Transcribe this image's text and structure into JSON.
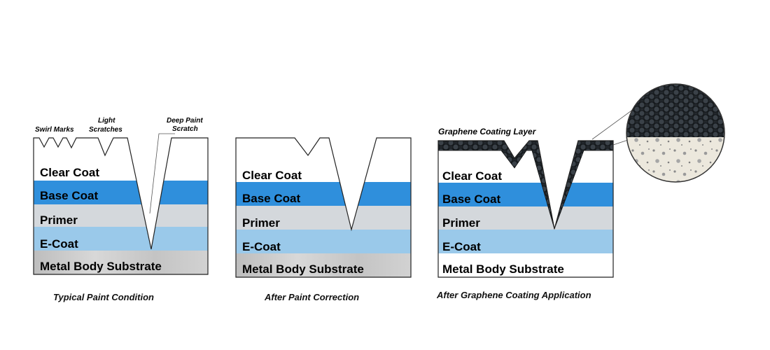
{
  "layers": {
    "clear_coat": "Clear Coat",
    "base_coat": "Base Coat",
    "primer": "Primer",
    "e_coat": "E-Coat",
    "substrate": "Metal Body Substrate"
  },
  "colors": {
    "clear_coat": "#ffffff",
    "base_coat": "#2f8fdc",
    "primer": "#d4d8dc",
    "e_coat": "#9ac9ea",
    "substrate": "#c9c9c9",
    "graphene": "#2a2f35",
    "outline": "#222222"
  },
  "panel1": {
    "swirl_marks": "Swirl Marks",
    "light_scratches_line1": "Light",
    "light_scratches_line2": "Scratches",
    "deep_scratch_line1": "Deep Paint",
    "deep_scratch_line2": "Scratch",
    "caption": "Typical Paint Condition"
  },
  "panel2": {
    "caption": "After Paint Correction"
  },
  "panel3": {
    "graphene_label": "Graphene Coating Layer",
    "caption": "After Graphene Coating Application"
  }
}
